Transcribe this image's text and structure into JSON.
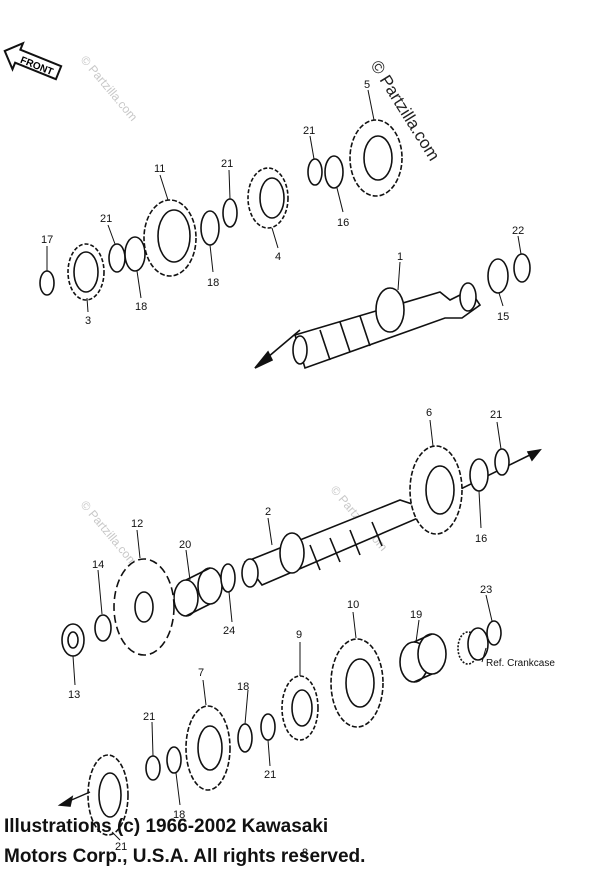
{
  "front_arrow": {
    "label": "FRONT"
  },
  "watermarks": {
    "main": "© Partzilla.com",
    "faint": "© Partzilla.com"
  },
  "callouts": [
    "1",
    "2",
    "3",
    "4",
    "5",
    "6",
    "7",
    "8",
    "9",
    "10",
    "11",
    "12",
    "13",
    "14",
    "15",
    "16",
    "16",
    "17",
    "18",
    "18",
    "18",
    "18",
    "19",
    "20",
    "21",
    "21",
    "21",
    "21",
    "21",
    "21",
    "21",
    "22",
    "23",
    "24"
  ],
  "reference_note": "Ref. Crankcase",
  "copyright": {
    "line1": "Illustrations (c) 1966-2002 Kawasaki",
    "line2": "Motors Corp., U.S.A.  All rights reserved."
  },
  "colors": {
    "ink": "#111111",
    "watermark_faint": "#c8c8c8"
  }
}
